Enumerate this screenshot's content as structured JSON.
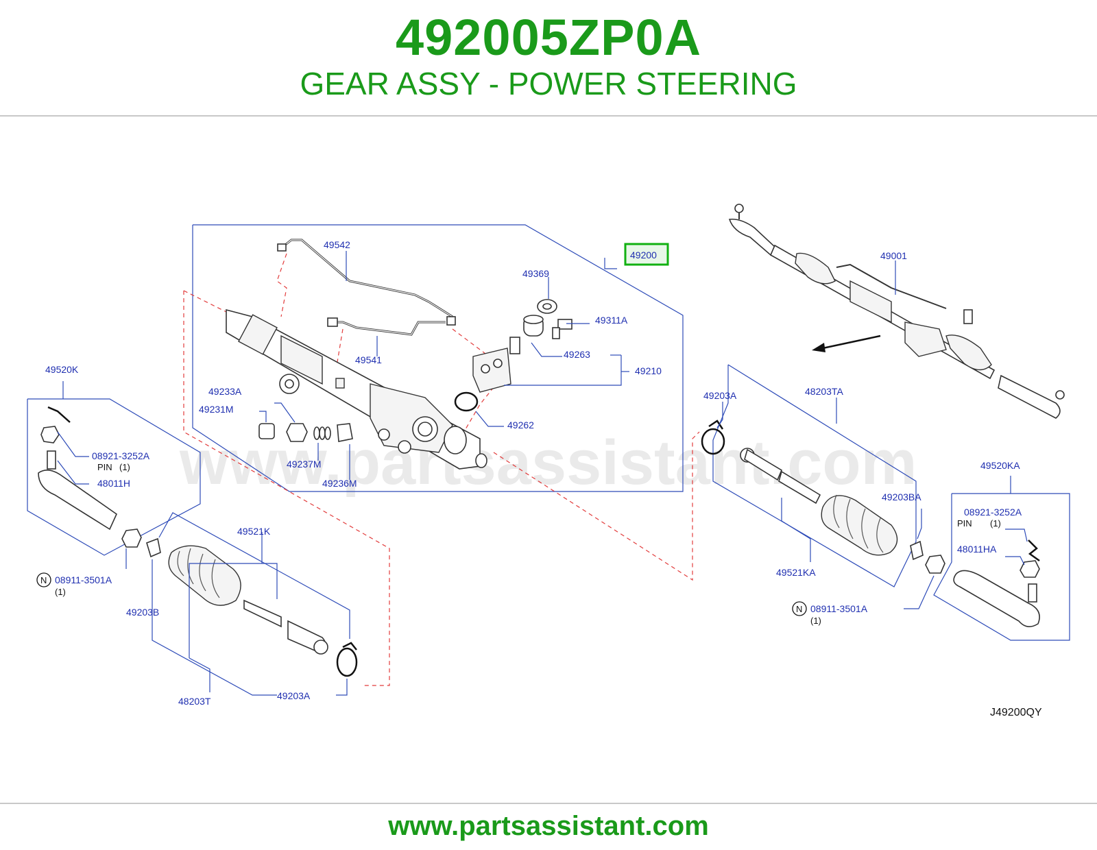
{
  "header": {
    "part_number": "492005ZP0A",
    "title": "GEAR ASSY - POWER STEERING"
  },
  "watermark": "www.partsassistant.com",
  "footer": {
    "url": "www.partsassistant.com"
  },
  "diagram_code": "J49200QY",
  "highlight_color": "#11b011",
  "label_color": "#1f2fb0",
  "brand_color": "#1a9a1a",
  "labels": {
    "p49542": "49542",
    "p49200": "49200",
    "p49369": "49369",
    "p49311A": "49311A",
    "p49263": "49263",
    "p49210": "49210",
    "p49541": "49541",
    "p49233A": "49233A",
    "p49231M": "49231M",
    "p49262": "49262",
    "p49237M": "49237M",
    "p49236M": "49236M",
    "p49520K": "49520K",
    "p08921_left": "08921-3252A",
    "pin_left": "PIN",
    "pin_left_qty": "(1)",
    "p48011H": "48011H",
    "p08911_left": "08911-3501A",
    "p08911_left_qty": "(1)",
    "n_left": "N",
    "p49521K": "49521K",
    "p49203B": "49203B",
    "p48203T": "48203T",
    "p49203A_bottom": "49203A",
    "p49001": "49001",
    "p49203A_right": "49203A",
    "p48203TA": "48203TA",
    "p49203BA": "49203BA",
    "p49521KA": "49521KA",
    "p49520KA": "49520KA",
    "p08921_right": "08921-3252A",
    "pin_right": "PIN",
    "pin_right_qty": "(1)",
    "p48011HA": "48011HA",
    "p08911_right": "08911-3501A",
    "p08911_right_qty": "(1)",
    "n_right": "N"
  }
}
